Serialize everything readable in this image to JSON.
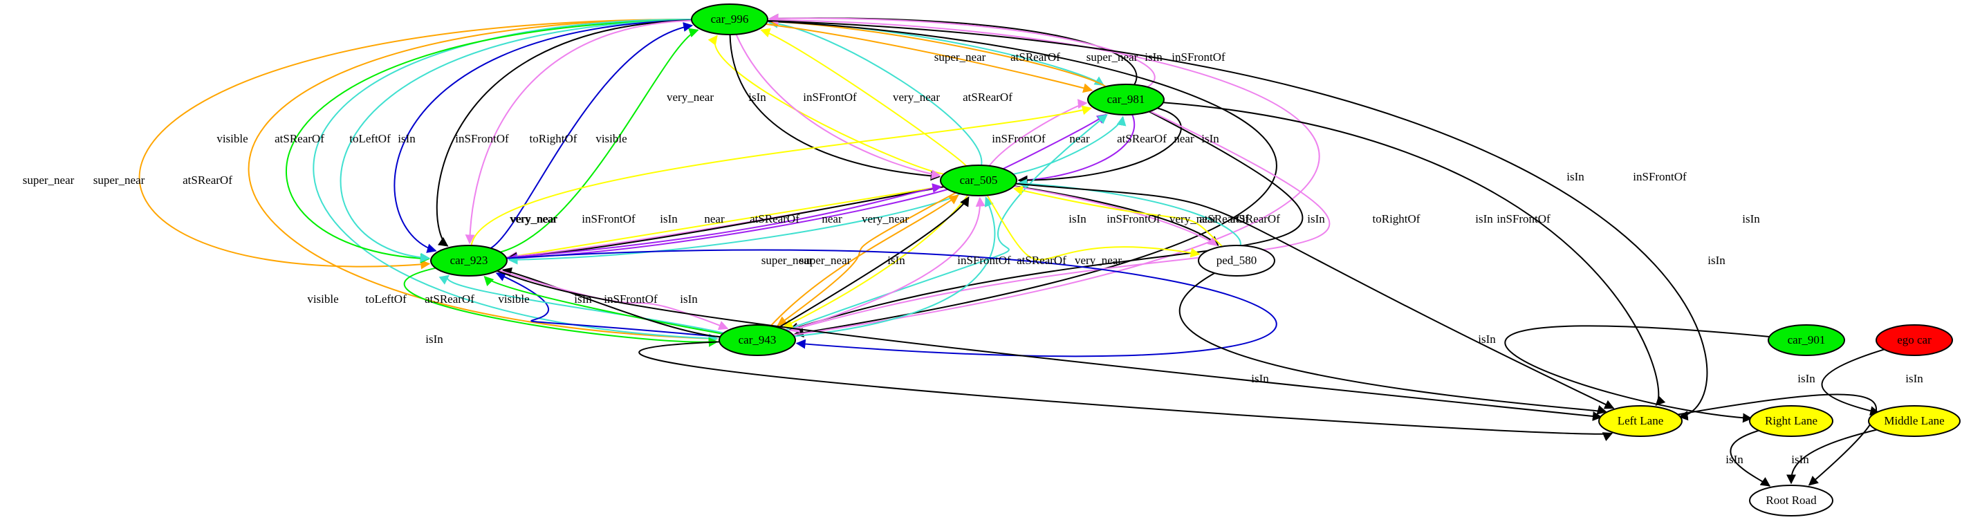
{
  "colors": {
    "car": "#00ee00",
    "ego": "#ff0000",
    "lane": "#ffff00",
    "road": "#ffffff",
    "pedestrian": "#ffffff",
    "isIn": "#000000",
    "super_near": "#ffa500",
    "very_near": "#ffff00",
    "near": "#a020f0",
    "visible": "#00ee00",
    "atSRearOf": "#40e0d0",
    "inSFrontOf": "#ee82ee",
    "toLeftOf": "#0000cd",
    "toRightOf": "#0000cd"
  },
  "nodes": [
    {
      "id": "car_996",
      "label": "car_996",
      "kind": "car"
    },
    {
      "id": "car_981",
      "label": "car_981",
      "kind": "car"
    },
    {
      "id": "car_505",
      "label": "car_505",
      "kind": "car"
    },
    {
      "id": "car_923",
      "label": "car_923",
      "kind": "car"
    },
    {
      "id": "ped_580",
      "label": "ped_580",
      "kind": "pedestrian"
    },
    {
      "id": "car_943",
      "label": "car_943",
      "kind": "car"
    },
    {
      "id": "car_901",
      "label": "car_901",
      "kind": "car"
    },
    {
      "id": "ego_car",
      "label": "ego car",
      "kind": "ego"
    },
    {
      "id": "left_lane",
      "label": "Left Lane",
      "kind": "lane"
    },
    {
      "id": "right_lane",
      "label": "Right Lane",
      "kind": "lane"
    },
    {
      "id": "middle_lane",
      "label": "Middle Lane",
      "kind": "lane"
    },
    {
      "id": "root_road",
      "label": "Root Road",
      "kind": "road"
    }
  ],
  "edges": [
    {
      "from": "car_996",
      "to": "car_923",
      "label": "super_near",
      "rel": "super_near"
    },
    {
      "from": "car_996",
      "to": "car_943",
      "label": "super_near",
      "rel": "super_near"
    },
    {
      "from": "car_996",
      "to": "car_943",
      "label": "atSRearOf",
      "rel": "atSRearOf"
    },
    {
      "from": "car_996",
      "to": "car_923",
      "label": "visible",
      "rel": "visible"
    },
    {
      "from": "car_996",
      "to": "car_923",
      "label": "atSRearOf",
      "rel": "atSRearOf"
    },
    {
      "from": "car_996",
      "to": "car_923",
      "label": "toLeftOf",
      "rel": "toLeftOf"
    },
    {
      "from": "car_996",
      "to": "car_923",
      "label": "isIn",
      "rel": "isIn"
    },
    {
      "from": "car_996",
      "to": "car_923",
      "label": "inSFrontOf",
      "rel": "inSFrontOf"
    },
    {
      "from": "car_923",
      "to": "car_996",
      "label": "toRightOf",
      "rel": "toRightOf"
    },
    {
      "from": "car_923",
      "to": "car_996",
      "label": "visible",
      "rel": "visible"
    },
    {
      "from": "car_505",
      "to": "car_996",
      "label": "very_near",
      "rel": "very_near"
    },
    {
      "from": "car_996",
      "to": "car_505",
      "label": "isIn",
      "rel": "isIn"
    },
    {
      "from": "car_996",
      "to": "car_505",
      "label": "inSFrontOf",
      "rel": "inSFrontOf"
    },
    {
      "from": "car_505",
      "to": "car_996",
      "label": "very_near",
      "rel": "very_near"
    },
    {
      "from": "car_505",
      "to": "car_996",
      "label": "atSRearOf",
      "rel": "atSRearOf"
    },
    {
      "from": "car_996",
      "to": "car_981",
      "label": "super_near",
      "rel": "super_near"
    },
    {
      "from": "car_996",
      "to": "car_981",
      "label": "atSRearOf",
      "rel": "atSRearOf"
    },
    {
      "from": "car_981",
      "to": "car_996",
      "label": "super_near",
      "rel": "super_near"
    },
    {
      "from": "car_981",
      "to": "car_996",
      "label": "isIn",
      "rel": "isIn"
    },
    {
      "from": "car_981",
      "to": "car_996",
      "label": "inSFrontOf",
      "rel": "inSFrontOf"
    },
    {
      "from": "car_996",
      "to": "car_943",
      "label": "isIn",
      "rel": "isIn"
    },
    {
      "from": "car_943",
      "to": "car_996",
      "label": "inSFrontOf",
      "rel": "inSFrontOf"
    },
    {
      "from": "car_996",
      "to": "left_lane",
      "label": "isIn",
      "rel": "isIn"
    },
    {
      "from": "car_505",
      "to": "car_981",
      "label": "inSFrontOf",
      "rel": "inSFrontOf"
    },
    {
      "from": "car_505",
      "to": "car_981",
      "label": "near",
      "rel": "near"
    },
    {
      "from": "car_505",
      "to": "car_981",
      "label": "atSRearOf",
      "rel": "atSRearOf"
    },
    {
      "from": "car_981",
      "to": "car_505",
      "label": "near",
      "rel": "near"
    },
    {
      "from": "car_981",
      "to": "car_505",
      "label": "isIn",
      "rel": "isIn"
    },
    {
      "from": "car_981",
      "to": "car_943",
      "label": "isIn",
      "rel": "isIn"
    },
    {
      "from": "car_981",
      "to": "car_943",
      "label": "inSFrontOf",
      "rel": "inSFrontOf"
    },
    {
      "from": "car_981",
      "to": "left_lane",
      "label": "isIn",
      "rel": "isIn"
    },
    {
      "from": "car_923",
      "to": "car_981",
      "label": "very_near",
      "rel": "very_near"
    },
    {
      "from": "car_943",
      "to": "car_981",
      "label": "atSRearOf",
      "rel": "atSRearOf"
    },
    {
      "from": "car_505",
      "to": "car_923",
      "label": "very_near",
      "rel": "very_near"
    },
    {
      "from": "car_505",
      "to": "car_923",
      "label": "inSFrontOf",
      "rel": "inSFrontOf"
    },
    {
      "from": "car_505",
      "to": "car_923",
      "label": "isIn",
      "rel": "isIn"
    },
    {
      "from": "car_505",
      "to": "car_923",
      "label": "near",
      "rel": "near"
    },
    {
      "from": "car_505",
      "to": "car_923",
      "label": "atSRearOf",
      "rel": "atSRearOf"
    },
    {
      "from": "car_923",
      "to": "car_505",
      "label": "near",
      "rel": "near"
    },
    {
      "from": "car_505",
      "to": "car_943",
      "label": "very_near",
      "rel": "very_near"
    },
    {
      "from": "car_943",
      "to": "car_505",
      "label": "super_near",
      "rel": "super_near"
    },
    {
      "from": "car_505",
      "to": "car_943",
      "label": "super_near",
      "rel": "super_near"
    },
    {
      "from": "car_943",
      "to": "car_505",
      "label": "isIn",
      "rel": "isIn"
    },
    {
      "from": "car_943",
      "to": "car_505",
      "label": "inSFrontOf",
      "rel": "inSFrontOf"
    },
    {
      "from": "car_943",
      "to": "car_505",
      "label": "atSRearOf",
      "rel": "atSRearOf"
    },
    {
      "from": "car_505",
      "to": "ped_580",
      "label": "very_near",
      "rel": "very_near"
    },
    {
      "from": "car_505",
      "to": "ped_580",
      "label": "isIn",
      "rel": "isIn"
    },
    {
      "from": "car_505",
      "to": "ped_580",
      "label": "inSFrontOf",
      "rel": "inSFrontOf"
    },
    {
      "from": "ped_580",
      "to": "car_505",
      "label": "very_near",
      "rel": "very_near"
    },
    {
      "from": "ped_580",
      "to": "car_505",
      "label": "atSRearOf",
      "rel": "atSRearOf"
    },
    {
      "from": "car_505",
      "to": "left_lane",
      "label": "isIn",
      "rel": "isIn"
    },
    {
      "from": "car_923",
      "to": "car_943",
      "label": "toRightOf",
      "rel": "toRightOf"
    },
    {
      "from": "car_923",
      "to": "car_943",
      "label": "visible",
      "rel": "visible"
    },
    {
      "from": "car_943",
      "to": "car_923",
      "label": "toLeftOf",
      "rel": "toLeftOf"
    },
    {
      "from": "car_943",
      "to": "car_923",
      "label": "atSRearOf",
      "rel": "atSRearOf"
    },
    {
      "from": "car_943",
      "to": "car_923",
      "label": "visible",
      "rel": "visible"
    },
    {
      "from": "car_943",
      "to": "car_923",
      "label": "isIn",
      "rel": "isIn"
    },
    {
      "from": "car_923",
      "to": "car_943",
      "label": "inSFrontOf",
      "rel": "inSFrontOf"
    },
    {
      "from": "car_923",
      "to": "left_lane",
      "label": "isIn",
      "rel": "isIn"
    },
    {
      "from": "car_943",
      "to": "left_lane",
      "label": "isIn",
      "rel": "isIn"
    },
    {
      "from": "ped_580",
      "to": "left_lane",
      "label": "isIn",
      "rel": "isIn"
    },
    {
      "from": "car_901",
      "to": "right_lane",
      "label": "isIn",
      "rel": "isIn"
    },
    {
      "from": "ego_car",
      "to": "middle_lane",
      "label": "isIn",
      "rel": "isIn"
    },
    {
      "from": "left_lane",
      "to": "root_road",
      "label": "isIn",
      "rel": "isIn"
    },
    {
      "from": "right_lane",
      "to": "root_road",
      "label": "isIn",
      "rel": "isIn"
    },
    {
      "from": "middle_lane",
      "to": "root_road",
      "label": "isIn",
      "rel": "isIn"
    }
  ]
}
